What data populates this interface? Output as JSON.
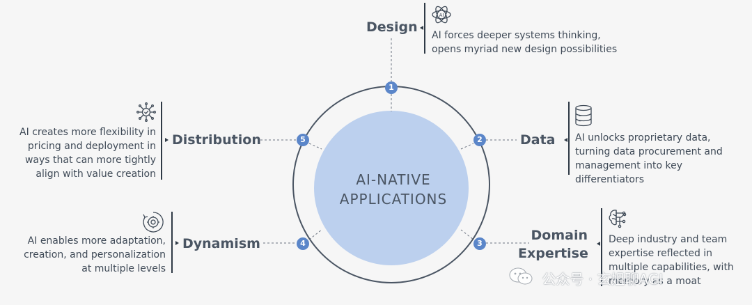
{
  "center": {
    "line1": "AI-NATIVE",
    "line2": "APPLICATIONS"
  },
  "items": [
    {
      "number": "1",
      "title": "Design",
      "icon": "ai-brain-icon",
      "description": [
        "AI forces deeper systems thinking,",
        "opens myriad new design possibilities"
      ]
    },
    {
      "number": "2",
      "title": "Data",
      "icon": "database-icon",
      "description": [
        "AI unlocks proprietary data,",
        "turning data procurement and",
        "management into key",
        "differentiators"
      ]
    },
    {
      "number": "3",
      "title_line1": "Domain",
      "title_line2": "Expertise",
      "icon": "brain-circuit-icon",
      "description": [
        "Deep industry and team",
        "expertise reflected in",
        "multiple capabilities, with",
        "memory as a moat"
      ]
    },
    {
      "number": "4",
      "title": "Dynamism",
      "icon": "gear-cycle-icon",
      "description": [
        "AI enables more adaptation,",
        "creation, and personalization",
        "at multiple levels"
      ]
    },
    {
      "number": "5",
      "title": "Distribution",
      "icon": "network-check-icon",
      "description": [
        "AI creates more flexibility in",
        "pricing and deployment in",
        "ways that can more tightly",
        "align with value creation"
      ]
    }
  ],
  "watermark": "公众号 · 玄姐聊AGI",
  "colors": {
    "circle_fill": "#bcd0ee",
    "badge": "#5b86c9",
    "ring": "#4a5563",
    "text": "#3f4a57"
  }
}
